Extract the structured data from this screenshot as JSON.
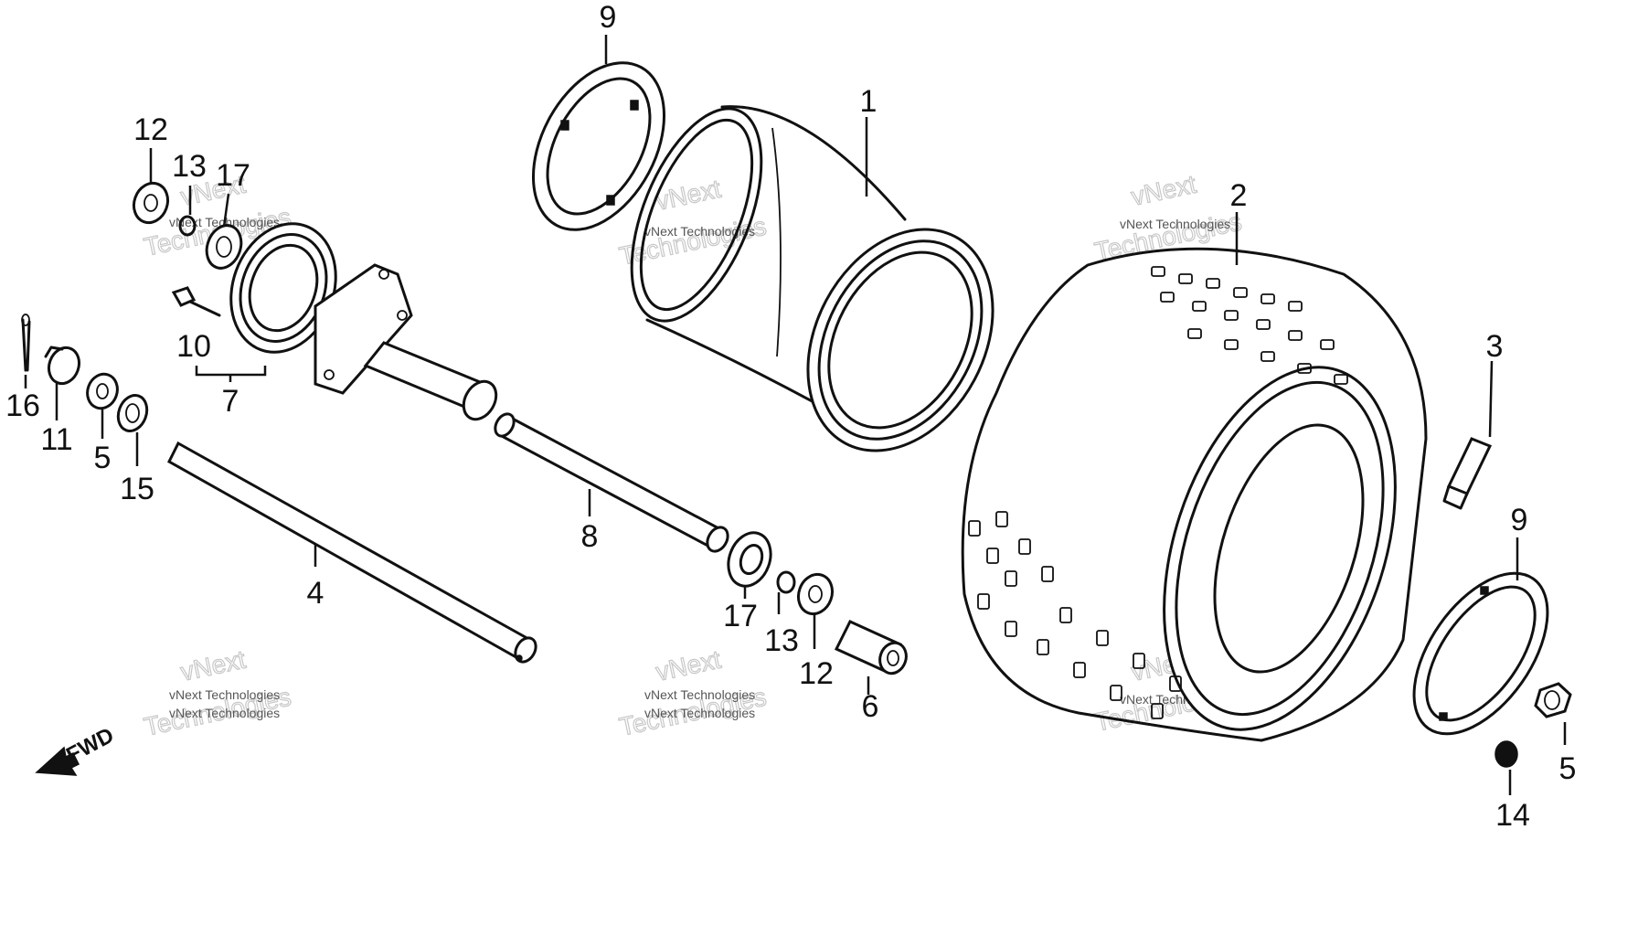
{
  "labels": {
    "l1": "1",
    "l2": "2",
    "l3": "3",
    "l4": "4",
    "l5a": "5",
    "l5b": "5",
    "l6": "6",
    "l7": "7",
    "l8": "8",
    "l9a": "9",
    "l9b": "9",
    "l10": "10",
    "l11": "11",
    "l12a": "12",
    "l12b": "12",
    "l13a": "13",
    "l13b": "13",
    "l14": "14",
    "l15": "15",
    "l16": "16",
    "l17a": "17",
    "l17b": "17"
  },
  "fwd_label": "FWD",
  "watermark": {
    "small": "vNext Technologies",
    "big": "Technologies",
    "top": "vNext"
  }
}
